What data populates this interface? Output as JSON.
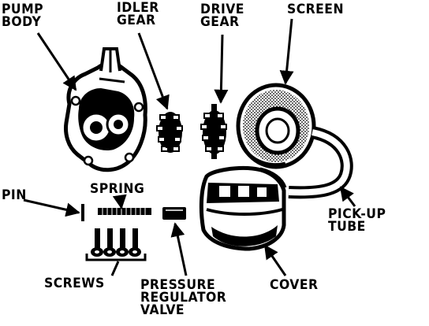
{
  "labels": {
    "pump_body": [
      "PUMP",
      "BODY"
    ],
    "idler_gear": [
      "IDLER",
      "GEAR"
    ],
    "drive_gear": [
      "DRIVE",
      "GEAR"
    ],
    "screen": [
      "SCREEN"
    ],
    "pin": [
      "PIN"
    ],
    "spring": [
      "SPRING"
    ],
    "pickup_tube": [
      "PICK-UP",
      "TUBE"
    ],
    "screws": [
      "SCREWS"
    ],
    "pressure_regulator_valve": [
      "PRESSURE",
      "REGULATOR",
      "VALVE"
    ],
    "cover": [
      "COVER"
    ]
  },
  "colors": {
    "ink": "#000000",
    "paper": "#ffffff"
  }
}
